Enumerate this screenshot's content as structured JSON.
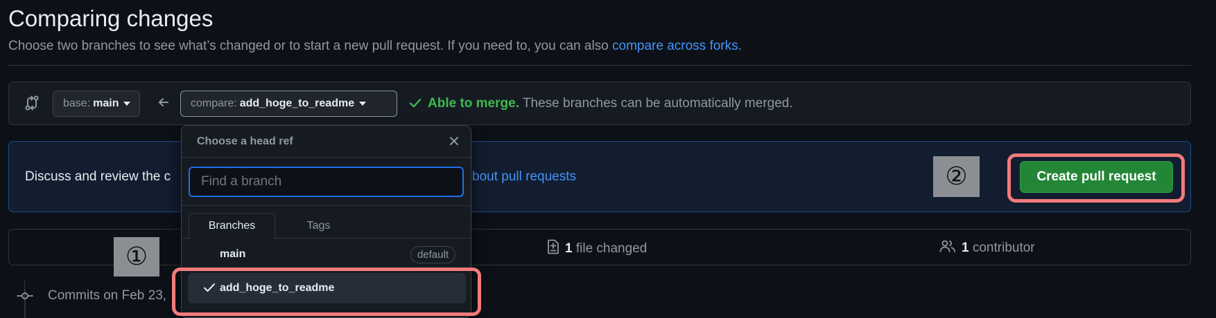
{
  "header": {
    "title": "Comparing changes",
    "subtitle_text": "Choose two branches to see what’s changed or to start a new pull request. If you need to, you can also ",
    "subtitle_link": "compare across forks",
    "subtitle_end": "."
  },
  "range": {
    "base_prefix": "base:",
    "base_branch": "main",
    "compare_prefix": "compare:",
    "compare_branch": "add_hoge_to_readme",
    "merge_status": "Able to merge.",
    "merge_detail": "These branches can be automatically merged."
  },
  "discuss": {
    "text_visible": "Discuss and review the c",
    "link_visible": "bout pull requests",
    "create_button": "Create pull request"
  },
  "stats": {
    "files_count": "1",
    "files_label": "file changed",
    "contributors_count": "1",
    "contributors_label": "contributor"
  },
  "commits": {
    "label_visible": "Commits on Feb 23,"
  },
  "dropdown": {
    "title": "Choose a head ref",
    "search_placeholder": "Find a branch",
    "tabs": [
      "Branches",
      "Tags"
    ],
    "items": [
      {
        "label": "main",
        "badge": "default",
        "selected": false
      },
      {
        "label": "add_hoge_to_readme",
        "badge": "",
        "selected": true
      }
    ]
  },
  "annotations": {
    "marker_1": "①",
    "marker_2": "②",
    "highlight_color": "#f47b7b"
  },
  "colors": {
    "background": "#0d1117",
    "accent_link": "#4493f8",
    "success": "#3fb950",
    "primary_button": "#238636"
  }
}
